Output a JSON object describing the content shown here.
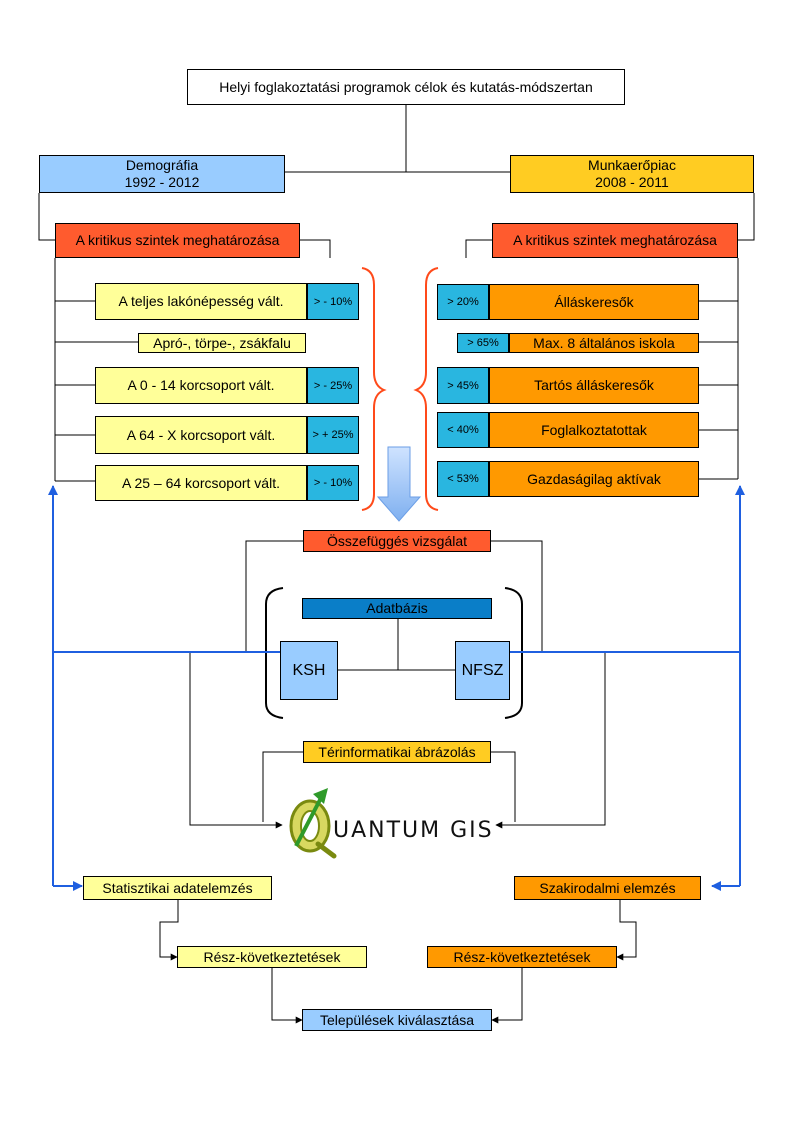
{
  "title": "Helyi foglakoztatási programok célok és kutatás-módszertan",
  "demography": {
    "title": "Demográfia",
    "years": "1992 - 2012"
  },
  "labor_market": {
    "title": "Munkaerőpiac",
    "years": "2008 - 2011"
  },
  "critical_levels_label": "A kritikus szintek meghatározása",
  "left_criteria": [
    {
      "label": "A teljes lakónépesség vált.",
      "value": ">  - 10%"
    },
    {
      "label": "Apró-, törpe-, zsákfalu"
    },
    {
      "label": "A 0  - 14 korcsoport vált.",
      "value": ">  - 25%"
    },
    {
      "label": "A 64 -  X korcsoport vált.",
      "value": "> + 25%"
    },
    {
      "label": "A 25 – 64 korcsoport vált.",
      "value": ">  - 10%"
    }
  ],
  "right_criteria": [
    {
      "value": "> 20%",
      "label": "Álláskeresők"
    },
    {
      "value": "> 65%",
      "label": "Max. 8 általános iskola"
    },
    {
      "value": "> 45%",
      "label": "Tartós álláskeresők"
    },
    {
      "value": "< 40%",
      "label": "Foglalkoztatottak"
    },
    {
      "value": "< 53%",
      "label": "Gazdaságilag aktívak"
    }
  ],
  "correlation": "Összefüggés vizsgálat",
  "database": {
    "title": "Adatbázis",
    "left": "KSH",
    "right": "NFSZ"
  },
  "gis_label": "Térinformatikai ábrázolás",
  "qgis_logo": "UANTUM GIS",
  "stats": "Statisztikai adatelemzés",
  "literature": "Szakirodalmi elemzés",
  "partial_left": "Rész-következtetések",
  "partial_right": "Rész-következtetések",
  "selection": "Települések kiválasztása",
  "colors": {
    "yellow": "#ffff99",
    "orange": "#ff9900",
    "red": "#ff5b2e",
    "light_blue": "#99ccff",
    "gold": "#ffcc22",
    "percent_blue": "#29b6e0",
    "db_blue": "#0a7ec8",
    "arrow_blue": "#1f5fe0",
    "brace": "#ff4a1a"
  }
}
